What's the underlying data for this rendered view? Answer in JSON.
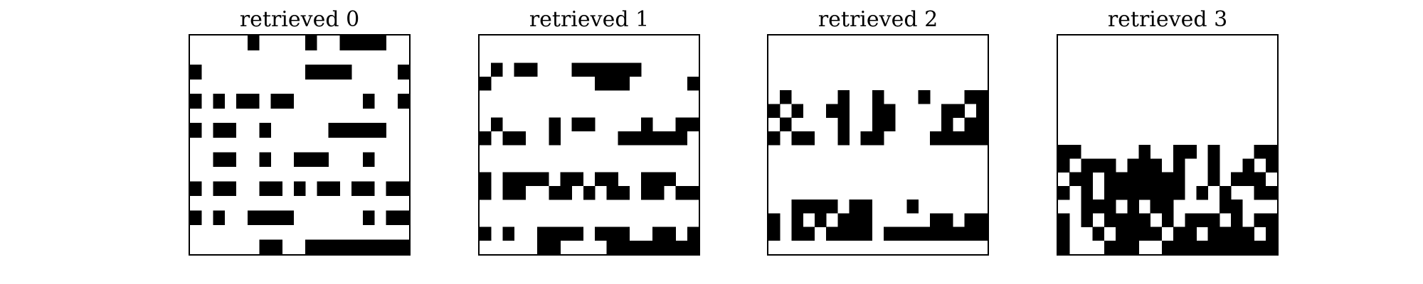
{
  "panels": [
    {
      "title": "retrieved 0",
      "grid": [
        "0000010000100111100",
        "0000000000000000000",
        "1000000000111100001",
        "0000000000000000000",
        "1010110110000001001",
        "0000000000000000000",
        "1011001000001111100",
        "0000000000000000000",
        "0011001001110001000",
        "0000000000000000000",
        "1011001101011011011",
        "0000000000000000000",
        "1010011110000001011",
        "0000000000000000000",
        "0000001100111111111"
      ]
    },
    {
      "title": "retrieved 1",
      "grid": [
        "0000000000000000000",
        "0000000000000000000",
        "0101100011111100000",
        "1000000000111000001",
        "0000000000000000000",
        "0000000000000000000",
        "0100001011000010011",
        "1011001000001111110",
        "0000000000000000000",
        "0000000000000000000",
        "1011110110110011100",
        "1011001101011011011",
        "0000000000000000000",
        "0000000000000000000",
        "1010011110111001101",
        "0000011000011111111"
      ]
    },
    {
      "title": "retrieved 2",
      "grid": [
        "0000000000000000000",
        "0000000000000000000",
        "0000000000000000000",
        "0000000000000000000",
        "0100001001000100011",
        "1010011001100001101",
        "0100001001100001011",
        "1011001011000011111",
        "0000000000000000000",
        "0000000000000000000",
        "0000000000000000000",
        "0000000000000000000",
        "0011110110001000000",
        "1010101110000011011",
        "1011011110111111111",
        "0000000000000000000"
      ]
    },
    {
      "title": "retrieved 3",
      "grid": [
        "0000000000000000000",
        "0000000000000000000",
        "0000000000000000000",
        "0000000000000000000",
        "0000000000000000000",
        "0000000000000000000",
        "0000000000000000000",
        "0000000000000000000",
        "1100000100110100011",
        "1011101110100100101",
        "0110111111100101110",
        "1010111111101010011",
        "0011101011000011000",
        "1010111101011101011",
        "1001011110110111101",
        "1000111001111111111"
      ]
    }
  ],
  "colors": {
    "filled": "#000000",
    "empty": "#ffffff",
    "border": "#000000"
  }
}
